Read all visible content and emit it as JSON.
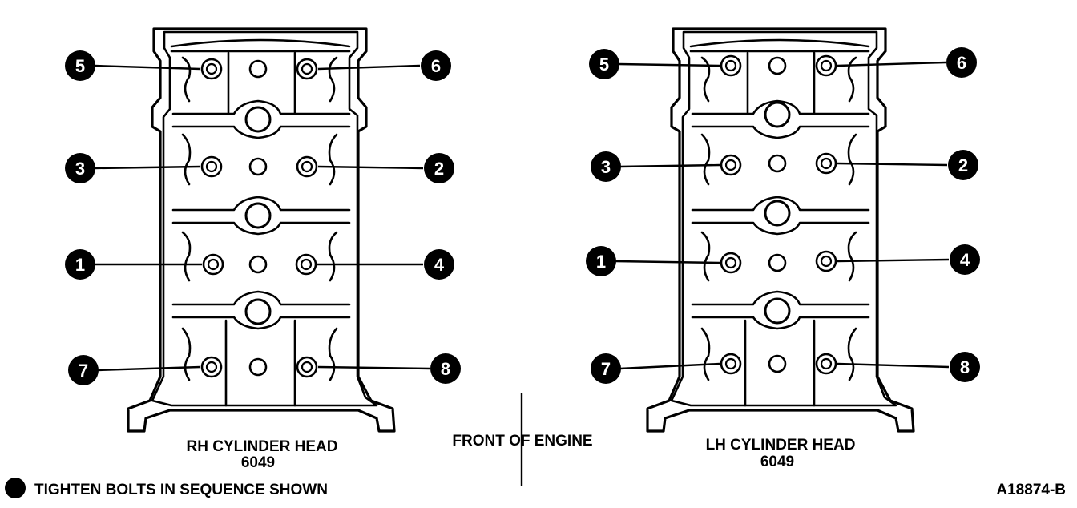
{
  "heads": [
    {
      "title": "RH CYLINDER HEAD",
      "part_number": "6049",
      "sequence": {
        "top_left": "5",
        "top_right": "6",
        "second_left": "3",
        "second_right": "2",
        "third_left": "1",
        "third_right": "4",
        "bottom_left": "7",
        "bottom_right": "8"
      }
    },
    {
      "title": "LH CYLINDER HEAD",
      "part_number": "6049",
      "sequence": {
        "top_left": "5",
        "top_right": "6",
        "second_left": "3",
        "second_right": "2",
        "third_left": "1",
        "third_right": "4",
        "bottom_left": "7",
        "bottom_right": "8"
      }
    }
  ],
  "front_label": "FRONT OF ENGINE",
  "legend_text": "TIGHTEN BOLTS IN SEQUENCE SHOWN",
  "figure_id": "A18874-B"
}
